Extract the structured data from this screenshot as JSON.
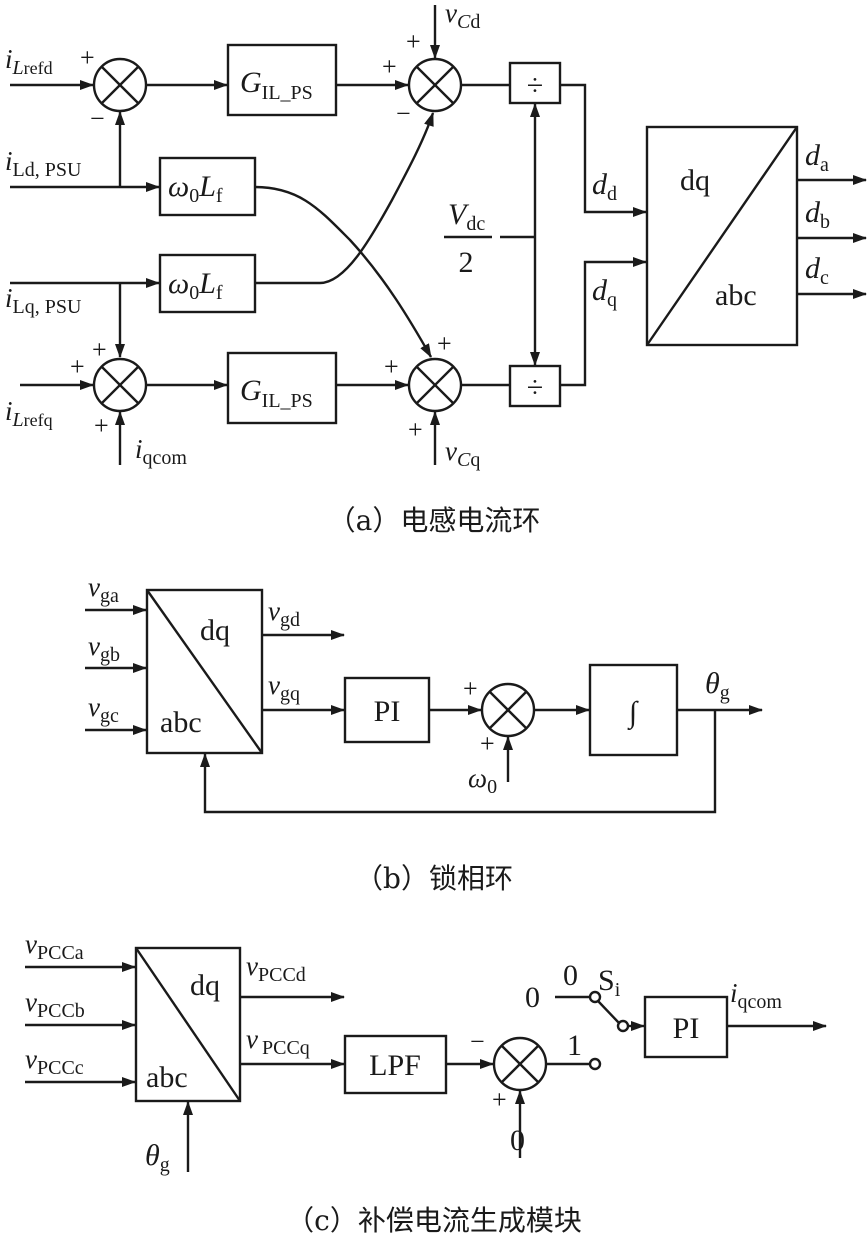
{
  "panel_a": {
    "caption": "（a）电感电流环",
    "inputs": {
      "i_refd": [
        "i",
        "L",
        "refd"
      ],
      "i_d_psu": [
        "i",
        "Ld, PSU"
      ],
      "i_q_psu": [
        "i",
        "Lq, PSU"
      ],
      "i_refq": [
        "i",
        "L",
        "refq"
      ],
      "i_qcom": [
        "i",
        "qcom"
      ],
      "v_cd": [
        "v",
        "C",
        "d"
      ],
      "v_cq": [
        "v",
        "C",
        "q"
      ]
    },
    "blocks": {
      "g_top": [
        "G",
        "IL_PS"
      ],
      "g_bot": [
        "G",
        "IL_PS"
      ],
      "wl_top": [
        "ω",
        "0",
        "L",
        "f"
      ],
      "wl_bot": [
        "ω",
        "0",
        "L",
        "f"
      ],
      "div": "÷",
      "vdc_num": [
        "V",
        "dc"
      ],
      "vdc_den": "2",
      "dq": "dq",
      "abc": "abc"
    },
    "signals": {
      "dd": [
        "d",
        "d"
      ],
      "dq": [
        "d",
        "q"
      ],
      "da": [
        "d",
        "a"
      ],
      "db": [
        "d",
        "b"
      ],
      "dc": [
        "d",
        "c"
      ]
    },
    "signs": {
      "plus": "+",
      "minus": "−"
    }
  },
  "panel_b": {
    "caption": "（b）锁相环",
    "inputs": {
      "vga": [
        "v",
        "ga"
      ],
      "vgb": [
        "v",
        "gb"
      ],
      "vgc": [
        "v",
        "gc"
      ],
      "omega0": [
        "ω",
        "0"
      ]
    },
    "signals": {
      "vgd": [
        "v",
        "gd"
      ],
      "vgq": [
        "v",
        "gq"
      ],
      "theta": [
        "θ",
        "g"
      ]
    },
    "blocks": {
      "dq": "dq",
      "abc": "abc",
      "pi": "PI",
      "integral": "∫"
    },
    "signs": {
      "plus": "+"
    }
  },
  "panel_c": {
    "caption": "（c）补偿电流生成模块",
    "inputs": {
      "vpcca": [
        "v",
        "PCCa"
      ],
      "vpccb": [
        "v",
        "PCCb"
      ],
      "vpccc": [
        "v",
        "PCCc"
      ],
      "theta": [
        "θ",
        "g"
      ],
      "zero_in": "0",
      "zero_ref": "0"
    },
    "signals": {
      "vpccd": [
        "v",
        "PCCd"
      ],
      "vpccq": [
        "v",
        "PCCq"
      ],
      "iqcom": [
        "i",
        "qcom"
      ]
    },
    "switch": {
      "name": [
        "S",
        "i"
      ],
      "pos0": "0",
      "pos1": "1"
    },
    "blocks": {
      "dq": "dq",
      "abc": "abc",
      "lpf": "LPF",
      "pi": "PI"
    },
    "signs": {
      "plus": "+",
      "minus": "−"
    }
  }
}
